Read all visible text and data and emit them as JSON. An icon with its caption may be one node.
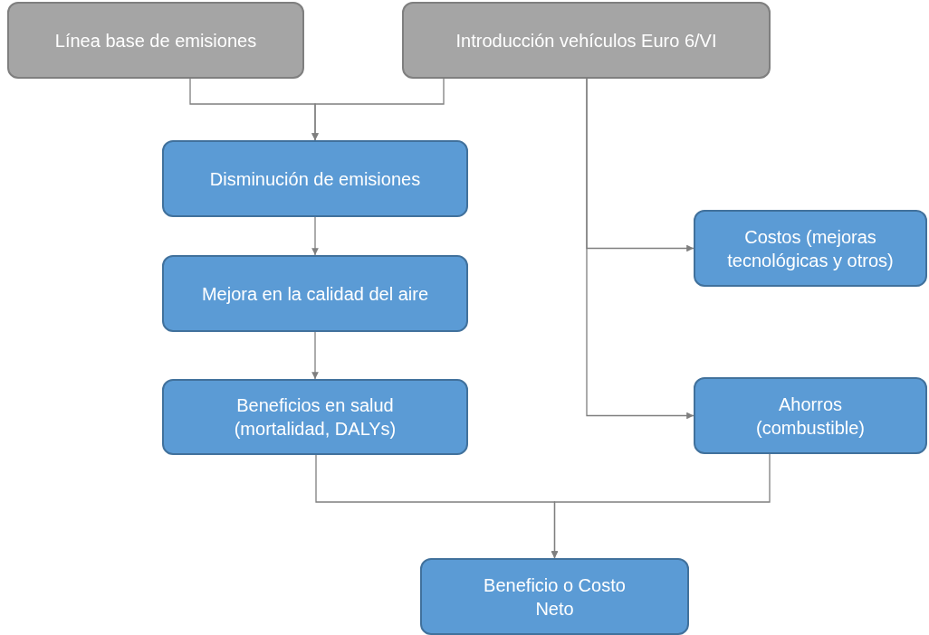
{
  "diagram": {
    "nodes": [
      {
        "text": [
          "Línea base de emisiones"
        ]
      },
      {
        "text": [
          "Introducción vehículos Euro 6/VI"
        ]
      },
      {
        "text": [
          "Disminución de emisiones"
        ]
      },
      {
        "text": [
          "Mejora en la calidad del aire"
        ]
      },
      {
        "text": [
          "Beneficios en salud (mortalidad, DALYs)"
        ]
      },
      {
        "text": [
          "Costos (mejoras tecnológicas y otros)"
        ]
      },
      {
        "text": [
          "Ahorros (combustible)"
        ]
      },
      {
        "text": [
          "Beneficio o Costo Neto"
        ]
      }
    ],
    "edges": [
      {
        "from": 0,
        "to": 2,
        "arrow": "to"
      },
      {
        "from": 1,
        "to": 2,
        "arrow": "to"
      },
      {
        "from": 2,
        "to": 3,
        "arrow": "to"
      },
      {
        "from": 3,
        "to": 4,
        "arrow": "to"
      },
      {
        "from": 1,
        "to": 5,
        "arrow": "to"
      },
      {
        "from": 1,
        "to": 6,
        "arrow": "to"
      },
      {
        "from": 4,
        "to": 7,
        "arrow": "to"
      },
      {
        "from": 6,
        "to": 7,
        "arrow": "to"
      }
    ]
  }
}
